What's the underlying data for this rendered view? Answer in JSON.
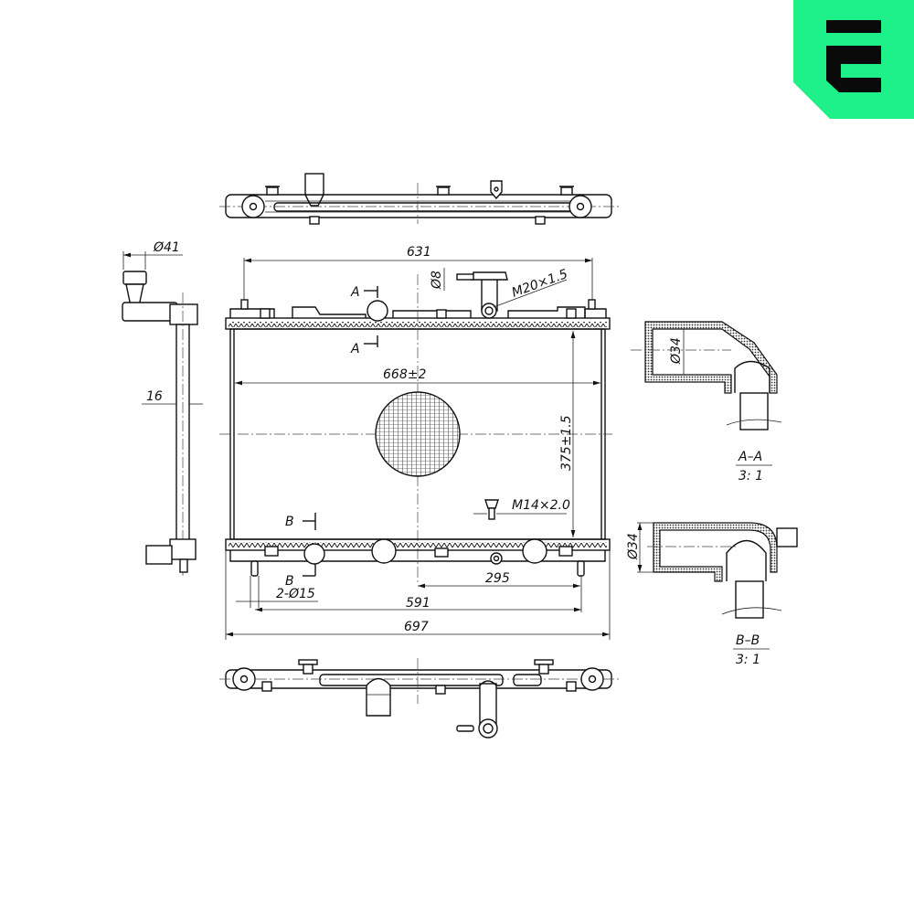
{
  "brand": {
    "logo_letter": "E",
    "logo_bg_color": "#1ef08a",
    "logo_fg_color": "#0a0a0a"
  },
  "drawing": {
    "subject": "Radiator technical drawing",
    "dimensions": {
      "width_top": "631",
      "core_width": "668±2",
      "core_height": "375±1.5",
      "pin_spacing": "591",
      "overall_width": "697",
      "outlet_offset": "295",
      "pin_diameter": "2-Ø15",
      "filler_neck_diameter": "Ø41",
      "core_thickness": "16",
      "vent_diameter": "Ø8",
      "cap_thread": "M20×1.5",
      "drain_thread": "M14×2.0"
    },
    "section_markers": {
      "a": "A",
      "b": "B"
    },
    "sections": [
      {
        "title": "A–A",
        "scale": "3: 1",
        "diameter": "Ø34"
      },
      {
        "title": "B–B",
        "scale": "3: 1",
        "diameter": "Ø34"
      }
    ]
  }
}
